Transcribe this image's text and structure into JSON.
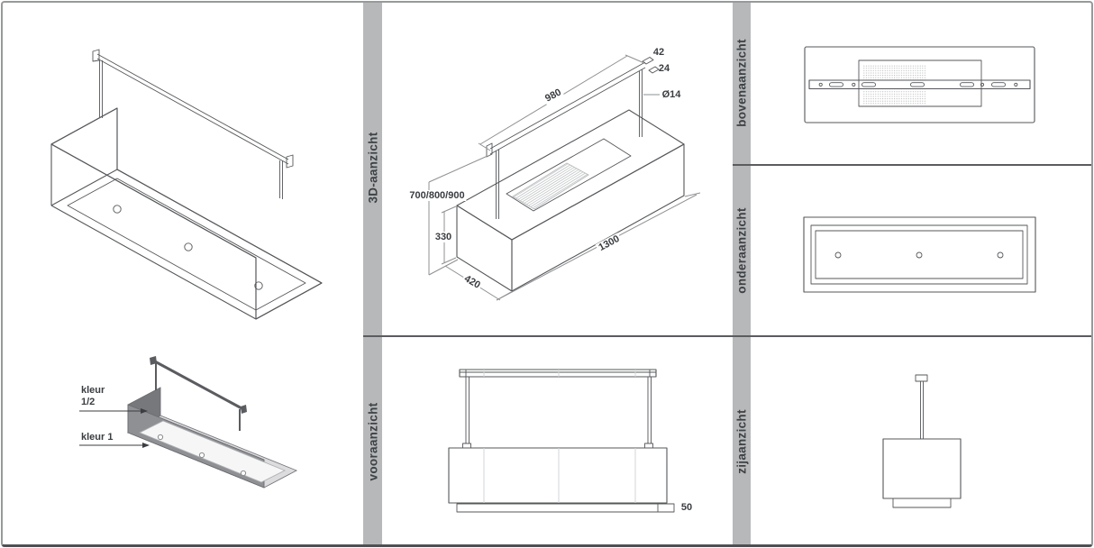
{
  "colors": {
    "strip_bg": "#b6b8ba",
    "strip_text": "#3f4245",
    "line": "#55575a",
    "dim_line": "#8e9093",
    "dim_text": "#3a3d41",
    "frame": "#97999b",
    "body_front": "#8f9094",
    "body_side": "#77787c",
    "panel_light": "#f6f6f7"
  },
  "strips": {
    "view3d": "3D-aanzicht",
    "front": "vooraanzicht",
    "top": "bovenaanzicht",
    "bottom": "onderaanzicht",
    "side": "zijaanzicht"
  },
  "dimensions": {
    "rail_plate_width": "42",
    "rail_height": "24",
    "rail_length": "980",
    "rod_diameter": "Ø14",
    "mount_height_options": "700/800/900",
    "body_height": "330",
    "body_length": "1300",
    "body_depth": "420",
    "bottom_panel_offset": "50"
  },
  "color_legend": {
    "body_label_line1": "kleur",
    "body_label_line2": "1/2",
    "panel_label": "kleur 1"
  }
}
